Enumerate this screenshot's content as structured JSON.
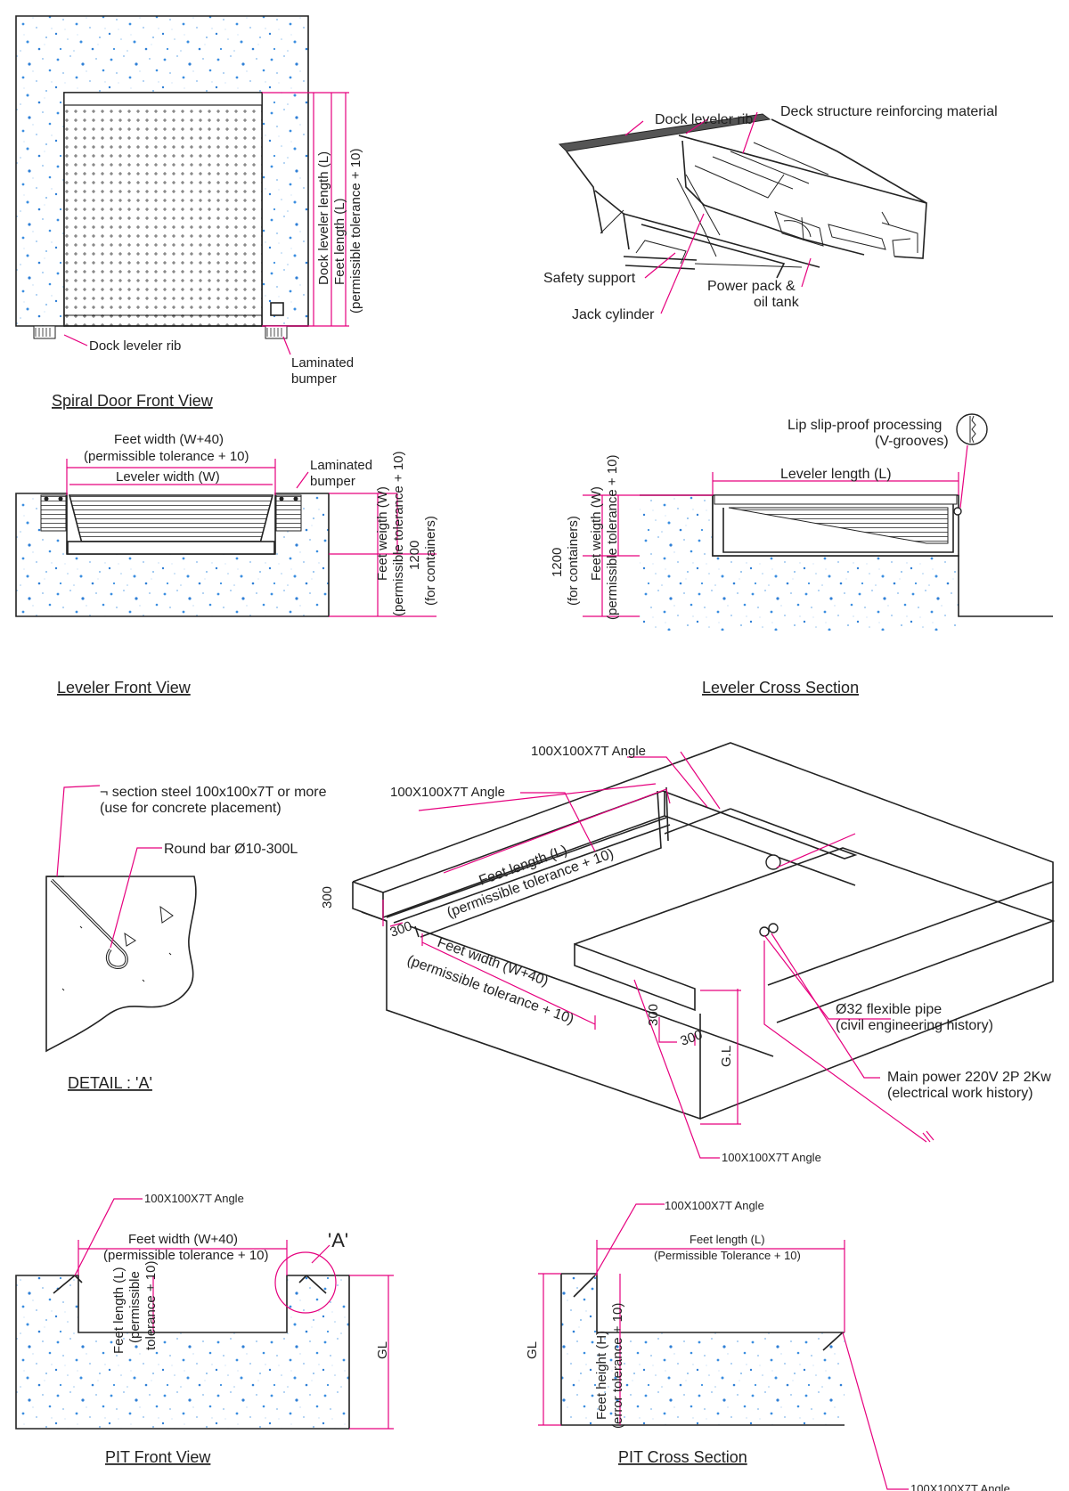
{
  "spiral_front": {
    "title": "Spiral Door Front View",
    "dock_rib": "Dock leveler rib",
    "bumper_1": "Laminated",
    "bumper_2": "bumper",
    "dim_1": "Dock leveler length (L)",
    "dim_2": "Feet length (L)",
    "dim_3": "(permissible tolerance + 10)"
  },
  "iso_leveler": {
    "dock_rib": "Dock leveler rib",
    "reinforcing": "Deck structure reinforcing material",
    "safety_support": "Safety support",
    "power_pack_1": "Power pack &",
    "power_pack_2": "oil tank",
    "jack_cylinder": "Jack cylinder"
  },
  "leveler_front": {
    "title": "Leveler Front View",
    "feet_width": "Feet width (W+40)",
    "tolerance": "(permissible tolerance + 10)",
    "leveler_width": "Leveler width (W)",
    "bumper_1": "Laminated",
    "bumper_2": "bumper",
    "v_1": "Feet weigth (W)",
    "v_2": "(permissible tolerance + 10)",
    "v_3": "1200",
    "v_4": "(for containers)"
  },
  "leveler_cross": {
    "title": "Leveler Cross Section",
    "lip_1": "Lip slip-proof processing",
    "lip_2": "(V-grooves)",
    "leveler_length": "Leveler length (L)",
    "v_1": "1200",
    "v_2": "(for containers)",
    "v_3": "Feet weigth (W)",
    "v_4": "(permissible tolerance + 10)"
  },
  "detail_a": {
    "title": "DETAIL : 'A'",
    "steel_1": "¬ section steel 100x100x7T or more",
    "steel_2": "(use for concrete placement)",
    "round_bar": "Round bar Ø10-300L"
  },
  "pit_iso": {
    "angle_top": "100X100X7T Angle",
    "angle_left": "100X100X7T Angle",
    "angle_bottom": "100X100X7T Angle",
    "feet_length": "Feet length (L)",
    "feet_length_tol": "(permissible tolerance + 10)",
    "feet_width": "Feet width (W+40)",
    "feet_width_tol": "(permissible tolerance + 10)",
    "dim_300_a": "300",
    "dim_300_b": "300",
    "dim_300_c": "300",
    "dim_300_d": "300",
    "gl": "G.L",
    "pipe_1": "Ø32 flexible pipe",
    "pipe_2": "(civil engineering history)",
    "power_1": "Main power 220V 2P 2Kw",
    "power_2": "(electrical work history)"
  },
  "pit_front": {
    "title": "PIT Front View",
    "angle": "100X100X7T Angle",
    "feet_width": "Feet width (W+40)",
    "tolerance": "(permissible tolerance + 10)",
    "detail_ref": "'A'",
    "v_1": "Feet length (L)",
    "v_2": "(permissible",
    "v_3": "tolerance + 10)",
    "gl": "GL"
  },
  "pit_cross": {
    "title": "PIT Cross Section",
    "angle_top": "100X100X7T Angle",
    "feet_length": "Feet length (L)",
    "tolerance": "(Permissible Tolerance + 10)",
    "gl": "GL",
    "v_1": "Feet height (H)",
    "v_2": "(error tolerance + 10)",
    "angle_bottom": "100X100X7T Angle"
  },
  "colors": {
    "dimension": "#e6007e",
    "line": "#222222",
    "concrete_dot": "#3b8ee0"
  }
}
